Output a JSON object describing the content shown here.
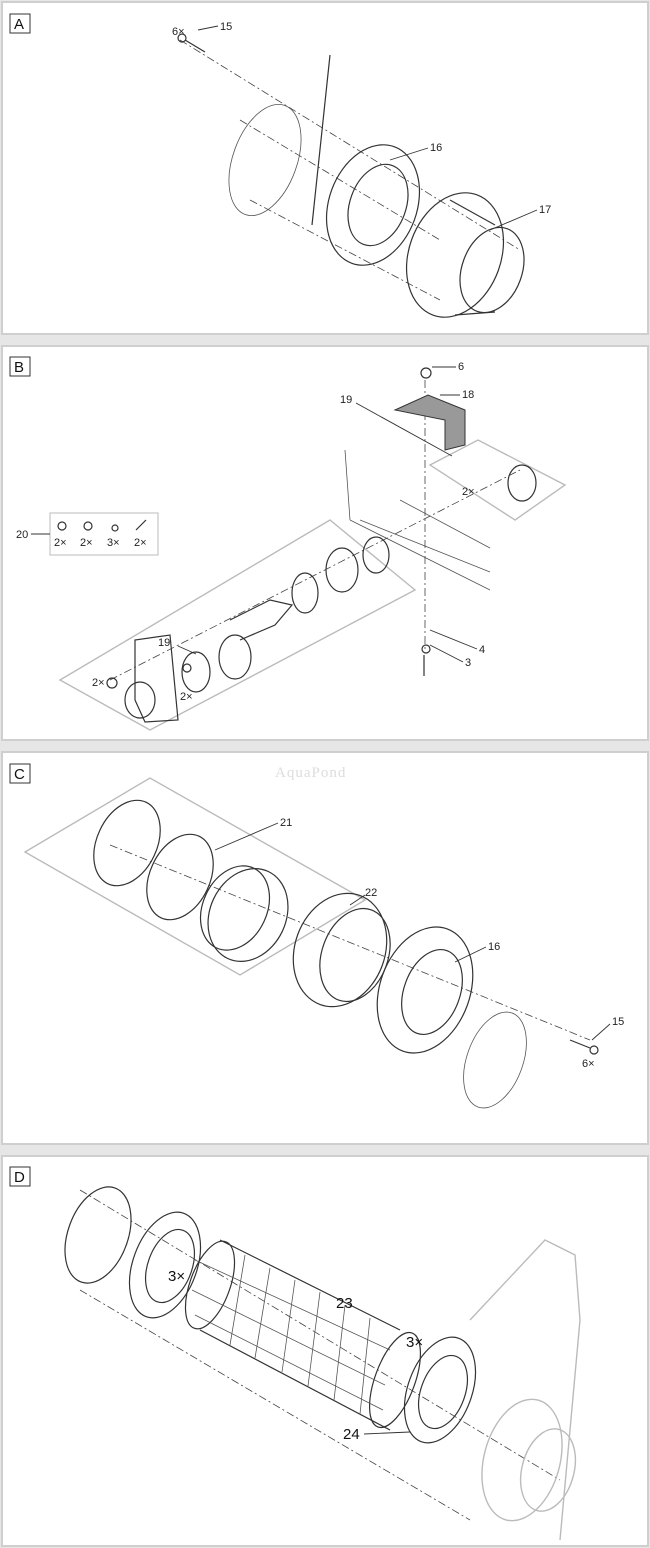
{
  "panels": [
    {
      "letter": "A",
      "labels": {
        "qty_screw": "6×",
        "screw": "15",
        "flange": "16",
        "adapter": "17"
      }
    },
    {
      "letter": "B",
      "labels": {
        "cap": "6",
        "grid": "18",
        "kit_top": "19",
        "qty_bolt": "2×",
        "kit_set": "20",
        "set_qty": [
          "2×",
          "2×",
          "3×",
          "2×"
        ],
        "kit_bottom": "19",
        "qty_nut": "2×",
        "qty_cap": "2×",
        "washer": "4",
        "bolt": "3"
      }
    },
    {
      "letter": "C",
      "watermark": "AquaPond",
      "labels": {
        "clamp_kit": "21",
        "ring": "22",
        "flange": "16",
        "screw": "15",
        "qty_screw": "6×"
      }
    },
    {
      "letter": "D",
      "labels": {
        "qty_screw_left": "3×",
        "mesh": "23",
        "qty_screw_right": "3×",
        "flange": "24"
      }
    }
  ]
}
